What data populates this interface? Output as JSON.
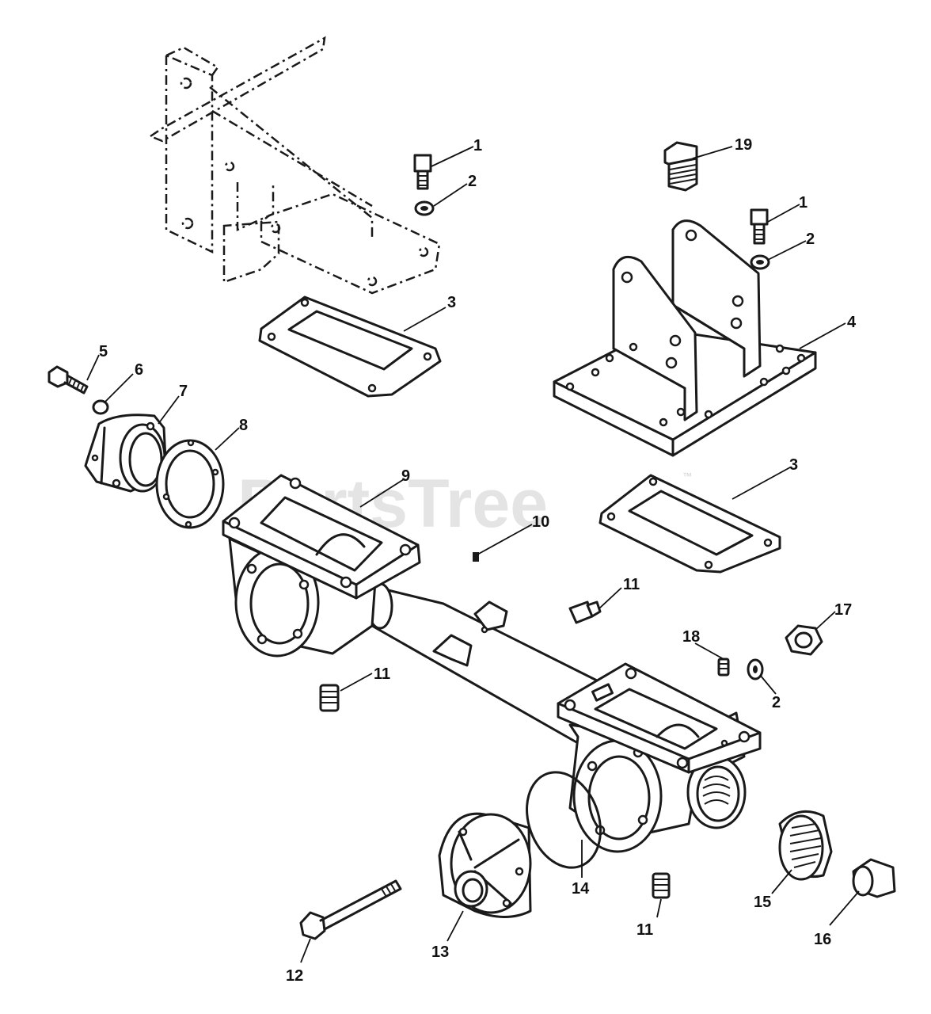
{
  "watermark": {
    "text": "PartsTree",
    "mark": "™"
  },
  "callouts": [
    {
      "id": "c1a",
      "label": "1"
    },
    {
      "id": "c2a",
      "label": "2"
    },
    {
      "id": "c3a",
      "label": "3"
    },
    {
      "id": "c19",
      "label": "19"
    },
    {
      "id": "c1b",
      "label": "1"
    },
    {
      "id": "c2b",
      "label": "2"
    },
    {
      "id": "c4",
      "label": "4"
    },
    {
      "id": "c5",
      "label": "5"
    },
    {
      "id": "c6",
      "label": "6"
    },
    {
      "id": "c7",
      "label": "7"
    },
    {
      "id": "c8",
      "label": "8"
    },
    {
      "id": "c9",
      "label": "9"
    },
    {
      "id": "c3b",
      "label": "3"
    },
    {
      "id": "c10",
      "label": "10"
    },
    {
      "id": "c11a",
      "label": "11"
    },
    {
      "id": "c17",
      "label": "17"
    },
    {
      "id": "c18",
      "label": "18"
    },
    {
      "id": "c2c",
      "label": "2"
    },
    {
      "id": "c11b",
      "label": "11"
    },
    {
      "id": "c14",
      "label": "14"
    },
    {
      "id": "c11c",
      "label": "11"
    },
    {
      "id": "c15",
      "label": "15"
    },
    {
      "id": "c16",
      "label": "16"
    },
    {
      "id": "c13",
      "label": "13"
    },
    {
      "id": "c12",
      "label": "12"
    }
  ]
}
